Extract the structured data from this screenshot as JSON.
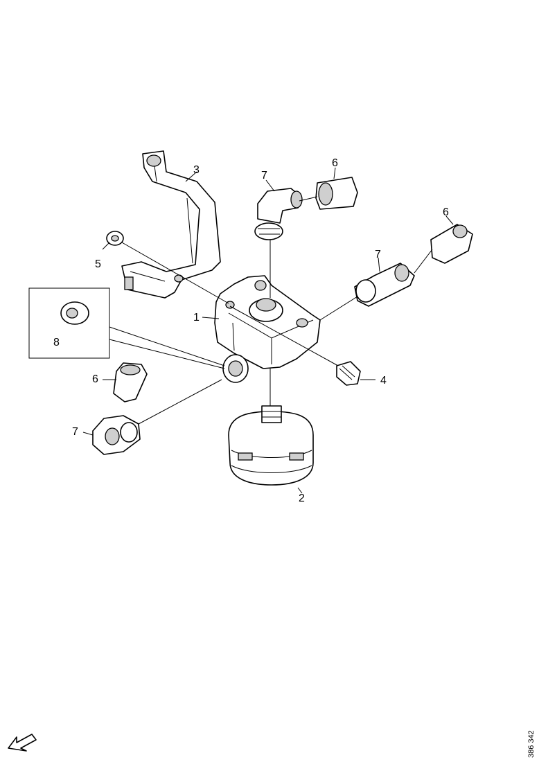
{
  "callouts": {
    "c1": "1",
    "c2": "2",
    "c3": "3",
    "c4": "4",
    "c5": "5",
    "c6_top": "6",
    "c6_right": "6",
    "c6_left": "6",
    "c7_top": "7",
    "c7_right": "7",
    "c7_left": "7",
    "c8": "8"
  },
  "reference_number": "386 342",
  "icons": {
    "orientation": "arrow-icon"
  }
}
